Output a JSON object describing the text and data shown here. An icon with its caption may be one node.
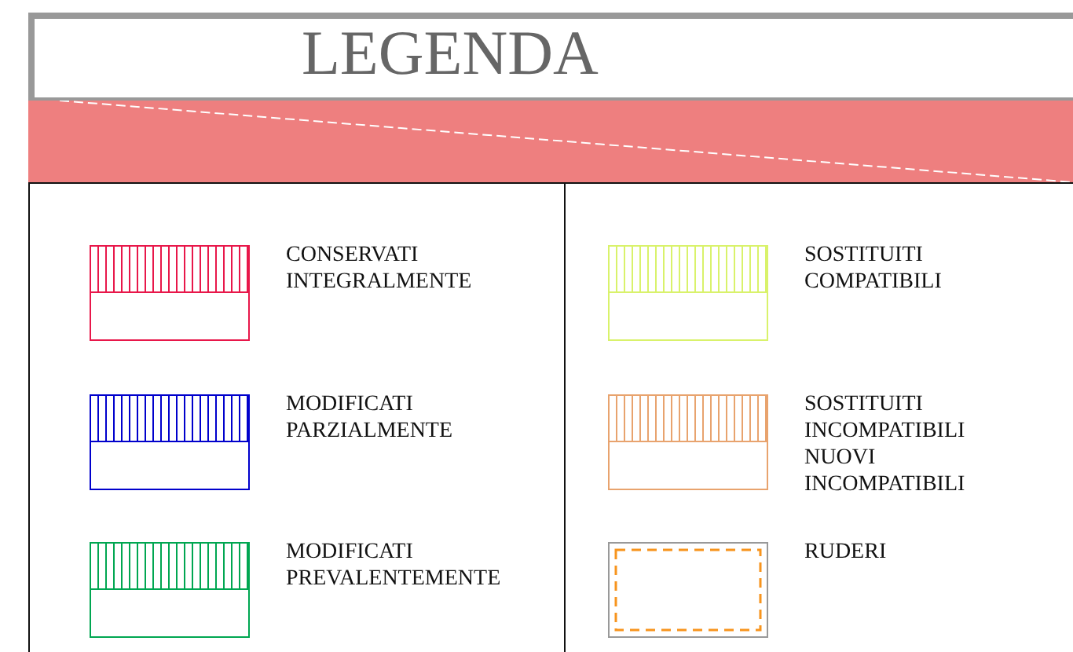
{
  "diagram": {
    "title": "LEGENDA",
    "legend": [
      {
        "text": "CONSERVATI INTEGRALMENTE",
        "color": "#e8174a"
      },
      {
        "text": "MODIFICATI PARZIALMENTE",
        "color": "#0000cc"
      },
      {
        "text": "MODIFICATI PREVALENTEMENTE",
        "color": "#00a651"
      },
      {
        "text": "SOSTITUITI COMPATIBILI",
        "color": "#d9f26b"
      },
      {
        "text": "SOSTITUITI INCOMPATIBILI NUOVI INCOMPATIBILI",
        "color": "#e8a36e"
      },
      {
        "text": "RUDERI",
        "color": "#f7941d"
      }
    ]
  }
}
